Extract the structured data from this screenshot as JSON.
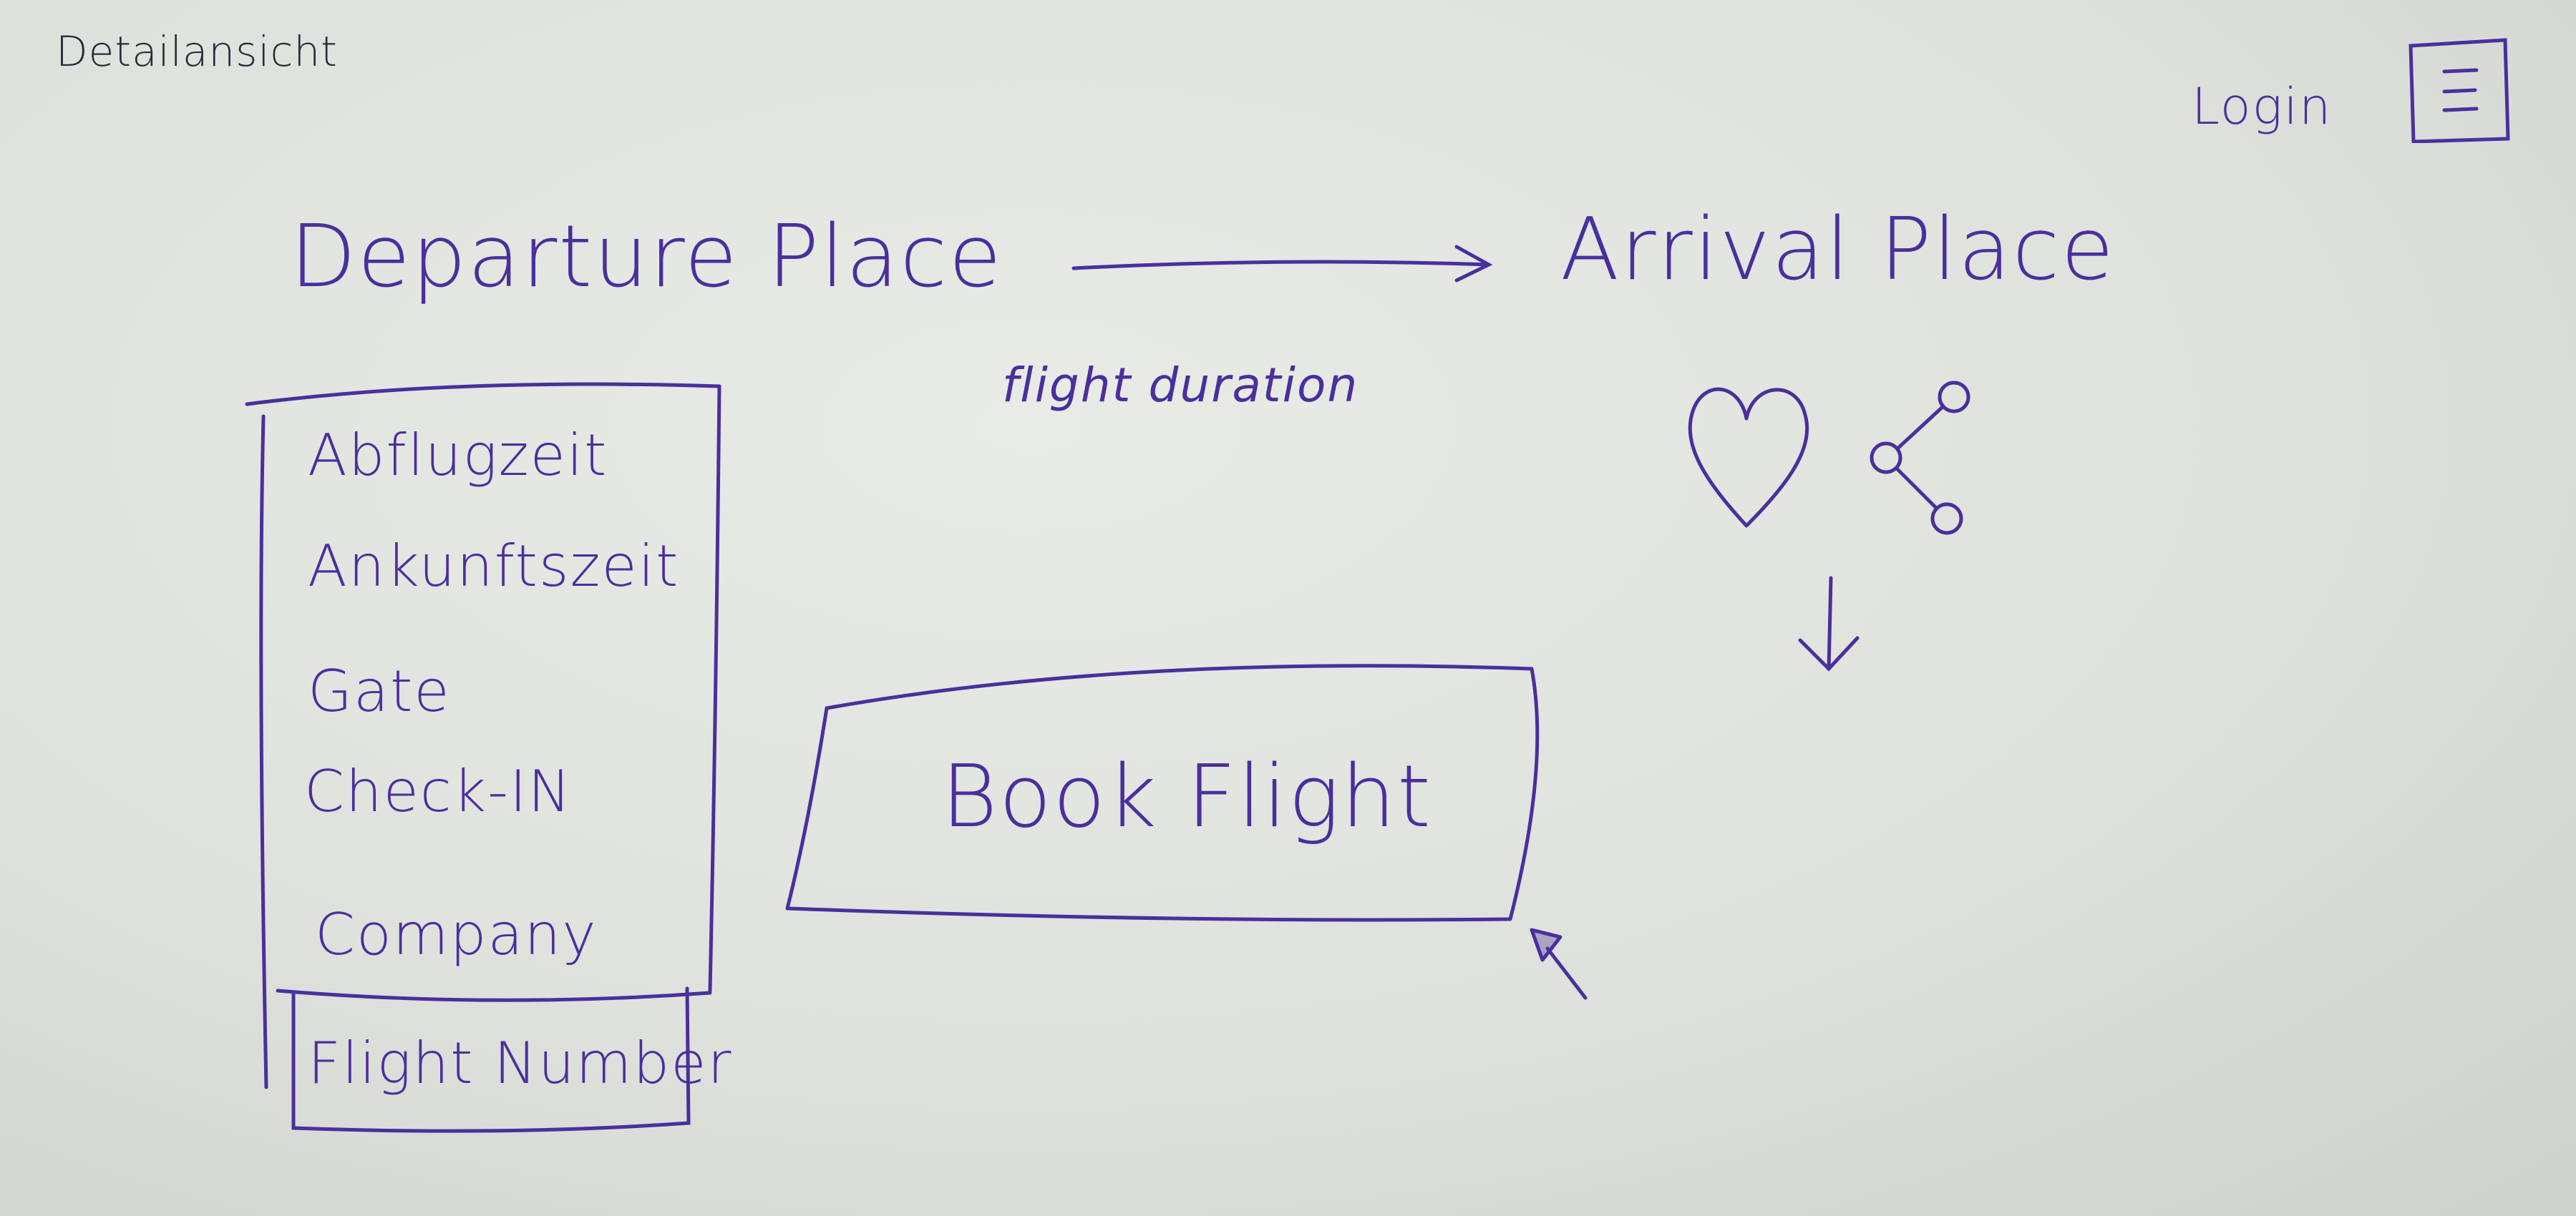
{
  "header": {
    "page_label": "Detailansicht",
    "login_label": "Login"
  },
  "route": {
    "departure": "Departure Place",
    "arrival": "Arrival Place",
    "duration": "flight duration"
  },
  "details": {
    "departure_time": "Abflugzeit",
    "arrival_time": "Ankunftszeit",
    "gate": "Gate",
    "checkin": "Check-IN",
    "company": "Company",
    "flight_number": "Flight Number"
  },
  "actions": {
    "book_label": "Book Flight"
  },
  "icons": {
    "menu": "hamburger-menu-icon",
    "favorite": "heart-icon",
    "share": "share-icon",
    "down_arrow": "down-arrow-icon",
    "route_arrow": "right-arrow-icon",
    "cursor": "mouse-cursor-icon"
  },
  "colors": {
    "ink": "#4a2f9e",
    "label_ink": "#2a2a3a",
    "board": "#e3e5e0"
  }
}
